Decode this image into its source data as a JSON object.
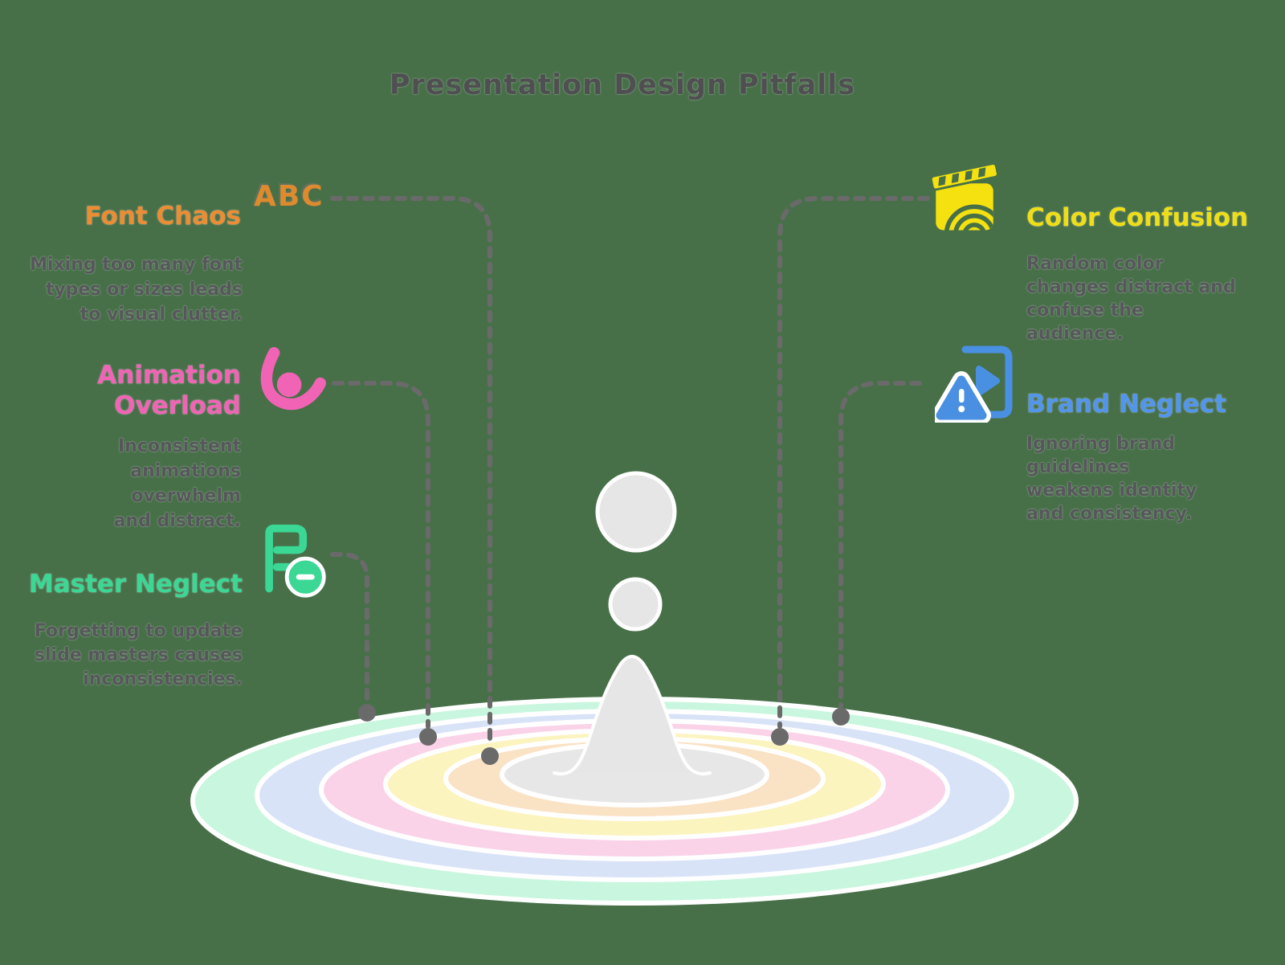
{
  "title": "Presentation Design Pitfalls",
  "items": [
    {
      "id": "font-chaos",
      "heading": "Font Chaos",
      "body": "Mixing too many font types or sizes leads to visual clutter.",
      "icon": "abc-text-icon",
      "icon_label": "ABC",
      "accent_color": "#EC8C33"
    },
    {
      "id": "animation-overload",
      "heading": "Animation Overload",
      "body": "Inconsistent animations overwhelm and distract.",
      "icon": "animation-swoosh-icon",
      "accent_color": "#F163B5"
    },
    {
      "id": "master-neglect",
      "heading": "Master Neglect",
      "body": "Forgetting to update slide masters causes inconsistencies.",
      "icon": "slide-master-minus-icon",
      "accent_color": "#3BD795"
    },
    {
      "id": "color-confusion",
      "heading": "Color Confusion",
      "body": "Random color changes distract and confuse the audience.",
      "icon": "clapperboard-rainbow-icon",
      "accent_color": "#EFDE17"
    },
    {
      "id": "brand-neglect",
      "heading": "Brand Neglect",
      "body": "Ignoring brand guidelines weakens identity and consistency.",
      "icon": "brand-doc-warning-icon",
      "accent_color": "#4A90E2"
    }
  ],
  "ripple": {
    "colors_outer_to_inner": [
      "#C9F6DE",
      "#D9E3F8",
      "#FAD3E9",
      "#FCF4BE",
      "#FAE2C5",
      "#E7E7E7"
    ],
    "gap_color": "#FFFFFF"
  },
  "droplet_color": "#E6E6E6",
  "background_color": "#477049",
  "connector_color": "#6A6A6A",
  "title_color": "#4F4F51",
  "body_text_color": "#56575A"
}
